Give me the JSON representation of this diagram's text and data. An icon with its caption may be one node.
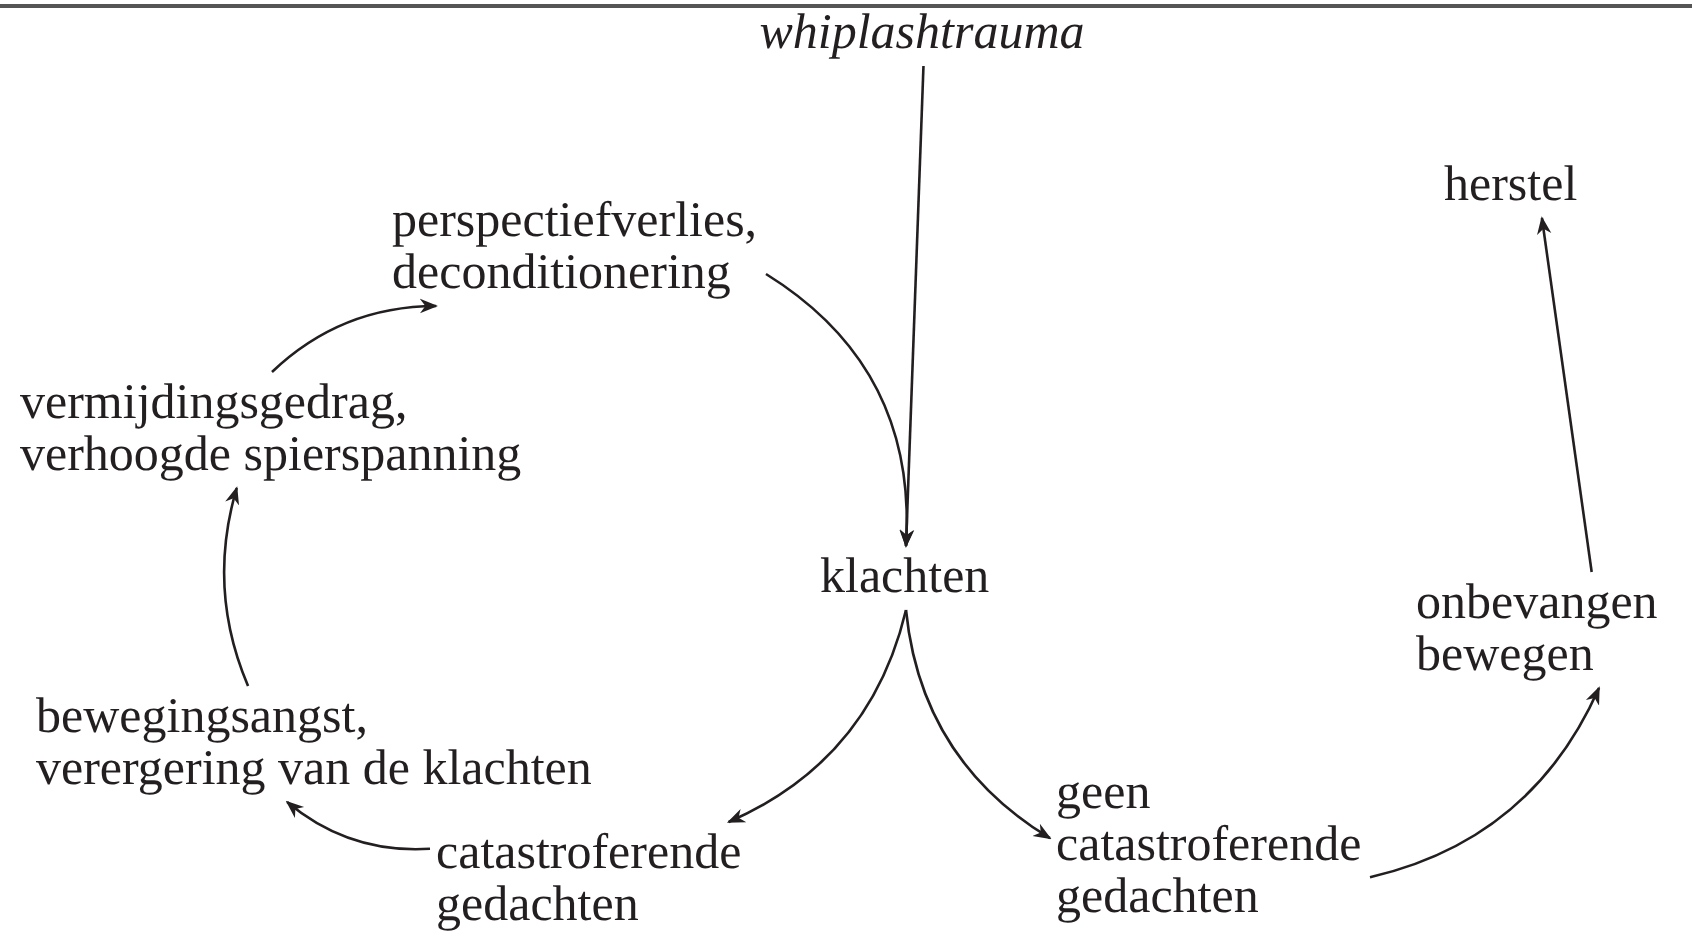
{
  "diagram": {
    "nodes": [
      {
        "text": [
          "whiplashtrauma"
        ]
      },
      {
        "text": [
          "klachten"
        ]
      },
      {
        "text": [
          "catastroferende gedachten"
        ]
      },
      {
        "text": [
          "bewegingsangst, verergering van de klachten"
        ]
      },
      {
        "text": [
          "vermijdingsgedrag, verhoogde spierspanning"
        ]
      },
      {
        "text": [
          "perspectiefverlies, deconditionering"
        ]
      },
      {
        "text": [
          "geen catastroferende gedachten"
        ]
      },
      {
        "text": [
          "onbevangen bewegen"
        ]
      },
      {
        "text": [
          "herstel"
        ]
      }
    ],
    "edges": [
      {
        "from": 0,
        "to": 1,
        "arrow": "to"
      },
      {
        "from": 5,
        "to": 1,
        "arrow": "to"
      },
      {
        "from": 1,
        "to": 2,
        "arrow": "to"
      },
      {
        "from": 1,
        "to": 6,
        "arrow": "to"
      },
      {
        "from": 2,
        "to": 3,
        "arrow": "to"
      },
      {
        "from": 3,
        "to": 4,
        "arrow": "to"
      },
      {
        "from": 4,
        "to": 5,
        "arrow": "to"
      },
      {
        "from": 6,
        "to": 7,
        "arrow": "to"
      },
      {
        "from": 7,
        "to": 8,
        "arrow": "to"
      }
    ]
  }
}
